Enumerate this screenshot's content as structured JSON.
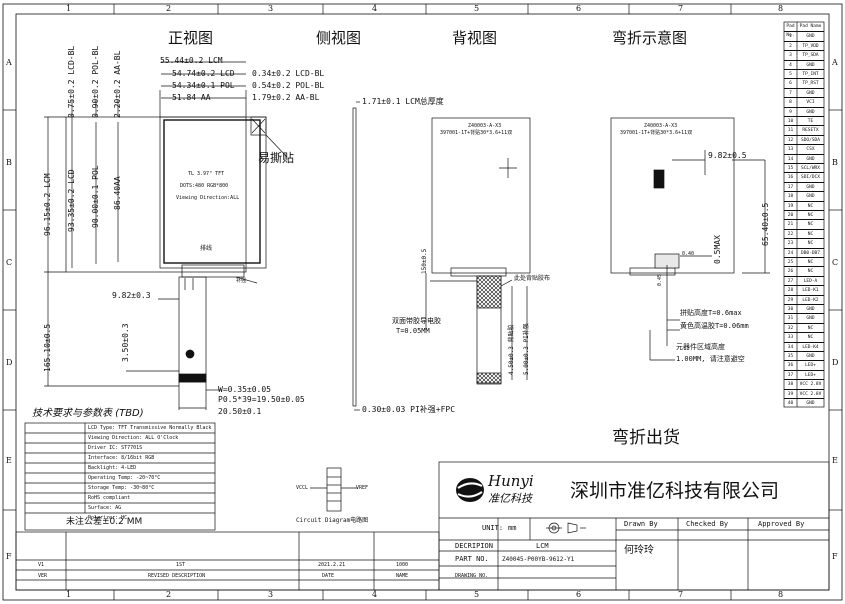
{
  "views": {
    "front": "正视图",
    "side": "侧视图",
    "back": "背视图",
    "fold": "弯折示意图"
  },
  "zones": {
    "columns": [
      "1",
      "2",
      "3",
      "4",
      "5",
      "6",
      "7",
      "8"
    ],
    "rows": [
      "A",
      "B",
      "C",
      "D",
      "E",
      "F"
    ]
  },
  "front_dims": {
    "lcm_w": "55.44±0.2 LCM",
    "lcd_w": "54.74±0.2 LCD",
    "pol_w": "54.34±0.1 POL",
    "aa_w": "51.84 AA",
    "lcd_bl": "0.34±0.2 LCD-BL",
    "pol_bl": "0.54±0.2 POL-BL",
    "aa_bl": "1.79±0.2 AA-BL",
    "left_lcd_bl": "0.75±0.2 LCD-BL",
    "left_pol_bl": "0.90±0.2 POL-BL",
    "left_aa_bl": "2.20±0.2 AA-BL",
    "lcm_h": "96.15±0.2 LCM",
    "lcd_h": "93.35±0.2 LCD",
    "pol_h": "90.00±0.1 POL",
    "aa_h": "86.40AA",
    "total_h": "165.10±0.5",
    "fpc_offset": "9.82±0.3",
    "fpc_mark": "3.50±0.3",
    "pin_w": "W=0.35±0.05",
    "pitch": "P0.5*39=19.50±0.05",
    "fpc_w": "20.50±0.1",
    "tear_tab": "易撕贴",
    "fpc_label": "排线",
    "stiffener": "补强",
    "panel_line1": "TL 3.97\" TFT",
    "panel_line2": "DOTS:480 RGB*800",
    "panel_line3": "Viewing Direction:ALL"
  },
  "side_dims": {
    "thickness": "1.71±0.1 LCM总厚度",
    "pi": "0.30±0.03 PI补强+FPC"
  },
  "back_dims": {
    "label1": "Z40003-A-X3",
    "label2": "397001-1T+背贴30*3.6+11双",
    "height": "150±0.5",
    "tape": "双面带胶导电胶",
    "tape_t": "T=0.05MM",
    "ribbon": "此处背贴胶布",
    "len1": "4.50±0.3 背贴胶",
    "len2": "5.00±0.3 PI补强"
  },
  "fold_dims": {
    "label1": "Z40003-A-X3",
    "label2": "397001-1T+背贴30*3.6+11双",
    "off": "9.82±0.5",
    "h": "65.40±0.5",
    "max": "0.5MAX",
    "small": "0.40",
    "side": "0.45",
    "note1": "拼贴高度T=0.6max",
    "note2": "黄色高温胶T=0.06mm",
    "note3": "元器件区域高度",
    "note4": "1.00MM, 请注意避空"
  },
  "pin_table": {
    "headers": [
      "Pad No.",
      "Pad Name"
    ],
    "rows": [
      [
        "1",
        "GND"
      ],
      [
        "2",
        "TP_VDD"
      ],
      [
        "3",
        "TP_SDA"
      ],
      [
        "4",
        "GND"
      ],
      [
        "5",
        "TP_INT"
      ],
      [
        "6",
        "TP_RST"
      ],
      [
        "7",
        "GND"
      ],
      [
        "8",
        "VCI"
      ],
      [
        "9",
        "GND"
      ],
      [
        "10",
        "TE"
      ],
      [
        "11",
        "RESETX"
      ],
      [
        "12",
        "SDO/SDA"
      ],
      [
        "13",
        "CSX"
      ],
      [
        "14",
        "GND"
      ],
      [
        "15",
        "SCL/WRX"
      ],
      [
        "16",
        "SDI/DCX"
      ],
      [
        "17",
        "GND"
      ],
      [
        "18",
        "GND"
      ],
      [
        "19",
        "NC"
      ],
      [
        "20",
        "NC"
      ],
      [
        "21",
        "NC"
      ],
      [
        "22",
        "NC"
      ],
      [
        "23",
        "NC"
      ],
      [
        "24",
        "DB0-DB7"
      ],
      [
        "25",
        "NC"
      ],
      [
        "26",
        "NC"
      ],
      [
        "27",
        "LED-A"
      ],
      [
        "28",
        "LED-K1"
      ],
      [
        "29",
        "LED-K2"
      ],
      [
        "30",
        "GND"
      ],
      [
        "31",
        "GND"
      ],
      [
        "32",
        "NC"
      ],
      [
        "33",
        "NC"
      ],
      [
        "34",
        "LED-K4"
      ],
      [
        "35",
        "GND"
      ],
      [
        "36",
        "LED+"
      ],
      [
        "37",
        "LED+"
      ],
      [
        "38",
        "VCC 2.8V"
      ],
      [
        "39",
        "VCC 2.8V"
      ],
      [
        "40",
        "GND"
      ]
    ]
  },
  "spec_notes": {
    "title": "技术要求与参数表 (TBD)",
    "lines": [
      "LCD Type: TFT Transmissive Normally Black",
      "Viewing Direction: ALL O'Clock",
      "Driver IC: ST7701S",
      "Interface: 8/16bit RGB",
      "Backlight: 4-LED",
      "Operating Temp: -20~70°C",
      "Storage Temp: -30~80°C",
      "RoHS compliant",
      "Surface: AG",
      "Polarizer: HC"
    ],
    "footer": "未注公差±0.2 MM"
  },
  "circuit": {
    "label": "Circuit Diagram电路图",
    "left": "VCCL",
    "right": "VREF"
  },
  "bend_title": "弯折出货",
  "company": {
    "logo": "Hunyi",
    "logo_cn": "准亿科技",
    "name": "深圳市准亿科技有限公司"
  },
  "title_block": {
    "unit_label": "UNIT:",
    "unit_value": "mm",
    "drawn_by": "Drawn By",
    "checked_by": "Checked By",
    "approved_by": "Approved By",
    "descr_label": "DECRIPION",
    "descr_value": "LCM",
    "part_label": "PART NO.",
    "part_value": "Z40045-P00YB-9612-Y1",
    "drawing_label": "DRAWING NO.",
    "drawer": "何玲玲"
  },
  "revision": {
    "ver": "V1",
    "desc": "1ST",
    "date": "2021.2.21",
    "name": "1000",
    "h_ver": "VER",
    "h_desc": "REVISED DESCRIPTION",
    "h_date": "DATE",
    "h_name": "NAME"
  }
}
